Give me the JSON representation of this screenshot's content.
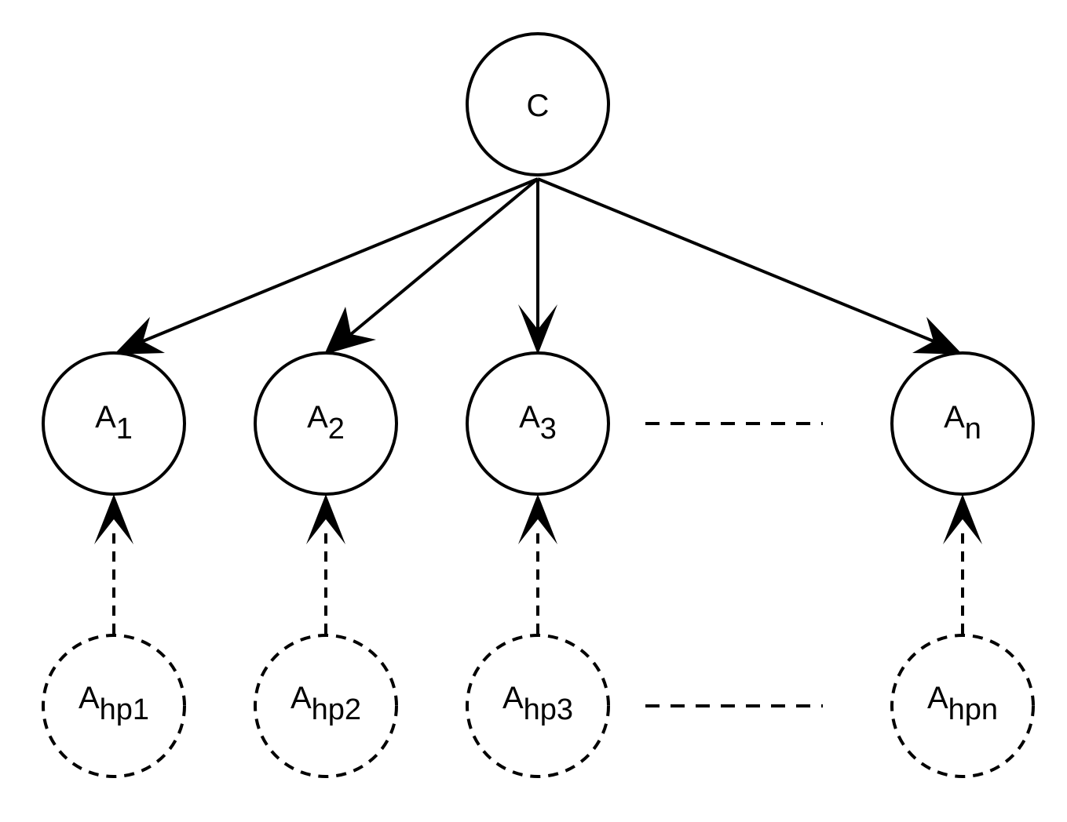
{
  "nodes": {
    "root": {
      "main": "C",
      "sub": ""
    },
    "a1": {
      "main": "A",
      "sub": "1"
    },
    "a2": {
      "main": "A",
      "sub": "2"
    },
    "a3": {
      "main": "A",
      "sub": "3"
    },
    "an": {
      "main": "A",
      "sub": "n"
    },
    "ahp1": {
      "main": "A",
      "sub": "hp1"
    },
    "ahp2": {
      "main": "A",
      "sub": "hp2"
    },
    "ahp3": {
      "main": "A",
      "sub": "hp3"
    },
    "ahpn": {
      "main": "A",
      "sub": "hpn"
    }
  },
  "edges": [
    {
      "from": "root",
      "to": "a1",
      "style": "solid"
    },
    {
      "from": "root",
      "to": "a2",
      "style": "solid"
    },
    {
      "from": "root",
      "to": "a3",
      "style": "solid"
    },
    {
      "from": "root",
      "to": "an",
      "style": "solid"
    },
    {
      "from": "ahp1",
      "to": "a1",
      "style": "dashed"
    },
    {
      "from": "ahp2",
      "to": "a2",
      "style": "dashed"
    },
    {
      "from": "ahp3",
      "to": "a3",
      "style": "dashed"
    },
    {
      "from": "ahpn",
      "to": "an",
      "style": "dashed"
    }
  ],
  "colors": {
    "stroke": "#000000",
    "background": "#ffffff"
  }
}
